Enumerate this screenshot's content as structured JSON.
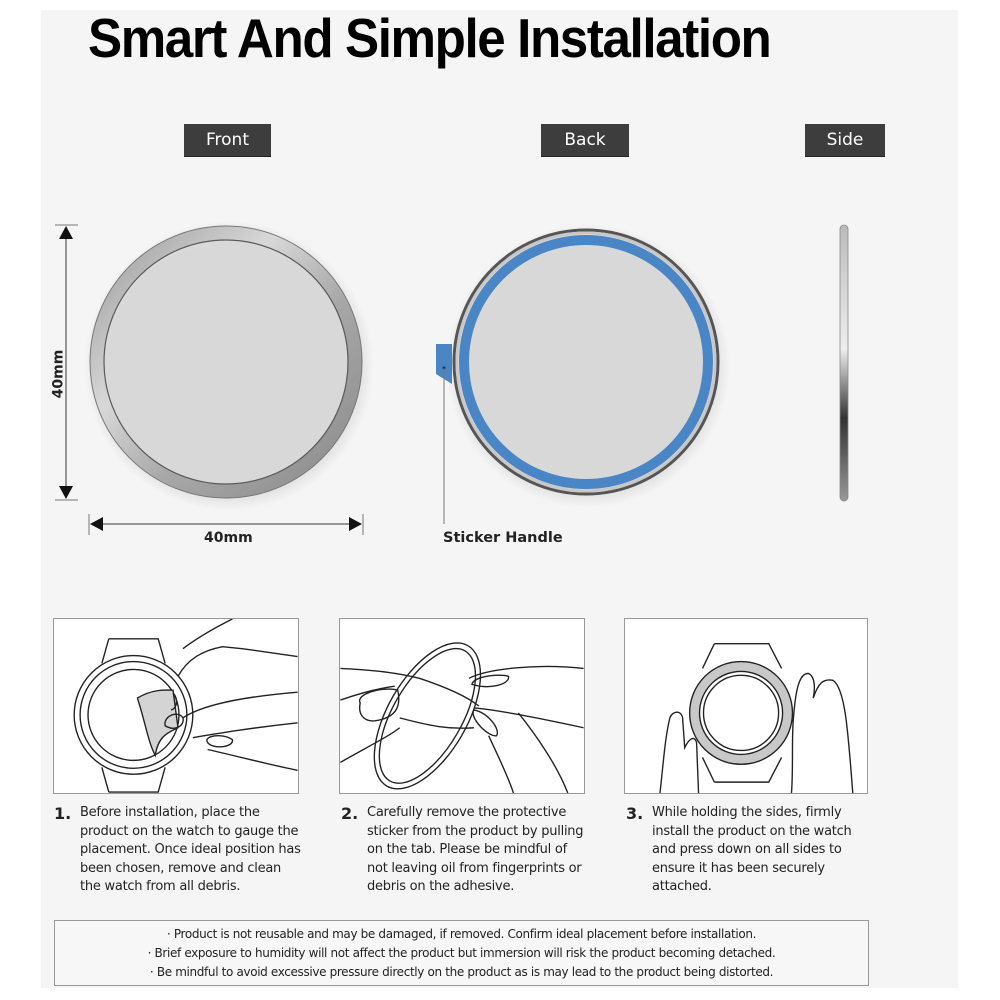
{
  "title": "Smart And Simple Installation",
  "views": {
    "front": "Front",
    "back": "Back",
    "side": "Side"
  },
  "dimensions": {
    "width": "40mm",
    "height": "40mm"
  },
  "annotations": {
    "sticker_handle": "Sticker Handle"
  },
  "colors": {
    "panel_background": "#f5f5f5",
    "label_background": "#3d3d3d",
    "sticker_blue": "#4a86c5",
    "ring_silver": "#b5b5b5"
  },
  "steps": [
    {
      "number": "1.",
      "illustration": "wiping-watch-with-cloth",
      "text": "Before installation, place the product on the watch to gauge the placement. Once ideal position has been chosen, remove and clean the watch from all debris."
    },
    {
      "number": "2.",
      "illustration": "peeling-sticker-from-ring",
      "text": "Carefully remove the protective sticker from the product by pulling on the tab. Please be mindful of not leaving oil from fingerprints or debris on the adhesive."
    },
    {
      "number": "3.",
      "illustration": "pressing-ring-onto-watch",
      "text": "While holding the sides, firmly install the product on the watch and press down on all sides to ensure it has been securely attached."
    }
  ],
  "notes": [
    "· Product is not reusable and may be damaged, if removed. Confirm ideal placement before installation.",
    "· Brief exposure to humidity will not affect the product but immersion will risk the product becoming detached.",
    "· Be mindful to avoid excessive pressure directly on the product as is may lead to the product being distorted."
  ]
}
